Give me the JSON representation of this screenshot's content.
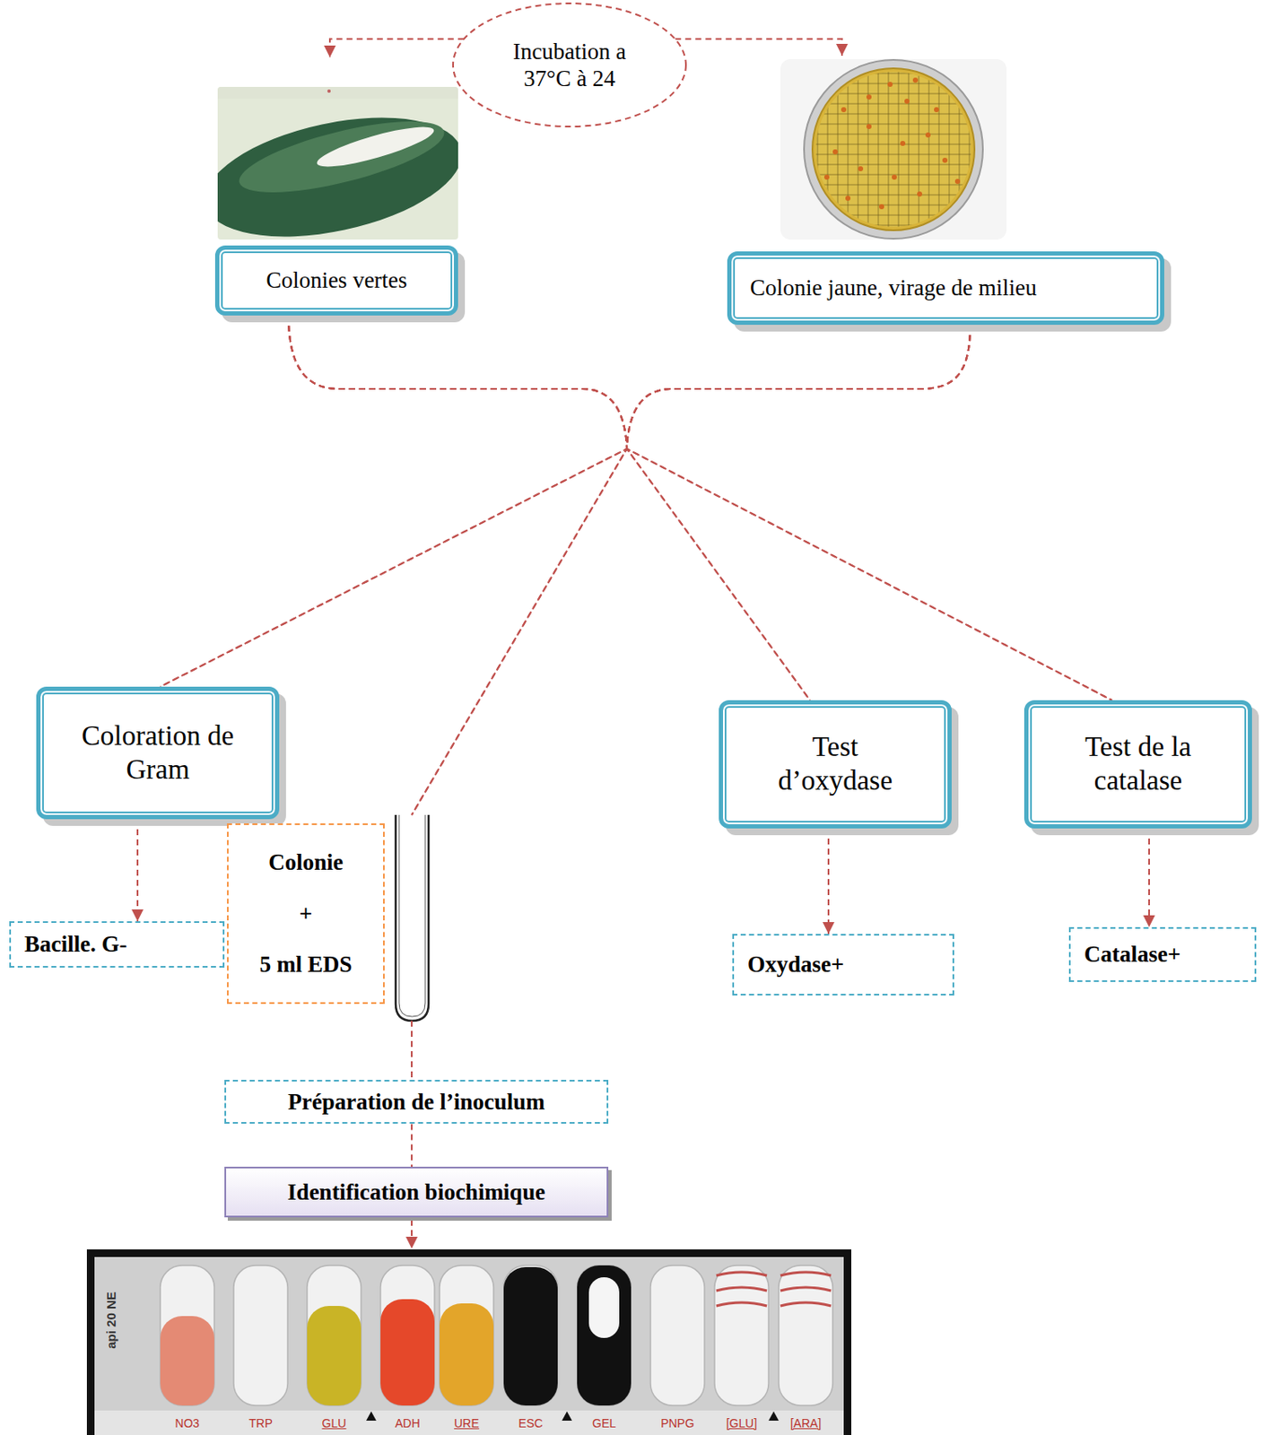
{
  "diagram": {
    "nodes": [
      {
        "text": [
          "Incubation a 37°C à 24"
        ]
      },
      {
        "text": [
          "Colonies vertes"
        ]
      },
      {
        "text": [
          "Colonie jaune, virage de milieu"
        ]
      },
      {
        "text": [
          "Coloration de Gram"
        ]
      },
      {
        "text": [
          "Colonie",
          "+",
          "5 ml EDS"
        ]
      },
      {
        "text": [
          "Test d’oxydase"
        ]
      },
      {
        "text": [
          "Test de la catalase"
        ]
      },
      {
        "text": [
          "Bacille. G-"
        ]
      },
      {
        "text": [
          "Oxydase+"
        ]
      },
      {
        "text": [
          "Catalase+"
        ]
      },
      {
        "text": [
          "Préparation de l’inoculum"
        ]
      },
      {
        "text": [
          "Identification biochimique"
        ]
      }
    ],
    "edges": [
      {
        "from": 0,
        "to": 1,
        "arrow": "to"
      },
      {
        "from": 0,
        "to": 2,
        "arrow": "to"
      },
      {
        "from": 1,
        "to": 3,
        "arrow": "none"
      },
      {
        "from": 1,
        "to": 4,
        "arrow": "none"
      },
      {
        "from": 1,
        "to": 5,
        "arrow": "none"
      },
      {
        "from": 1,
        "to": 6,
        "arrow": "none"
      },
      {
        "from": 2,
        "to": 3,
        "arrow": "none"
      },
      {
        "from": 2,
        "to": 4,
        "arrow": "none"
      },
      {
        "from": 2,
        "to": 5,
        "arrow": "none"
      },
      {
        "from": 2,
        "to": 6,
        "arrow": "none"
      },
      {
        "from": 3,
        "to": 7,
        "arrow": "to"
      },
      {
        "from": 4,
        "to": 10,
        "arrow": "none"
      },
      {
        "from": 5,
        "to": 8,
        "arrow": "to"
      },
      {
        "from": 6,
        "to": 9,
        "arrow": "to"
      },
      {
        "from": 10,
        "to": 11,
        "arrow": "none"
      }
    ],
    "labels": [
      "api 20 NE",
      "NO3",
      "TRP",
      "GLU",
      "ADH",
      "URE",
      "ESC",
      "GEL",
      "PNPG",
      "[GLU]",
      "[ARA]"
    ]
  }
}
